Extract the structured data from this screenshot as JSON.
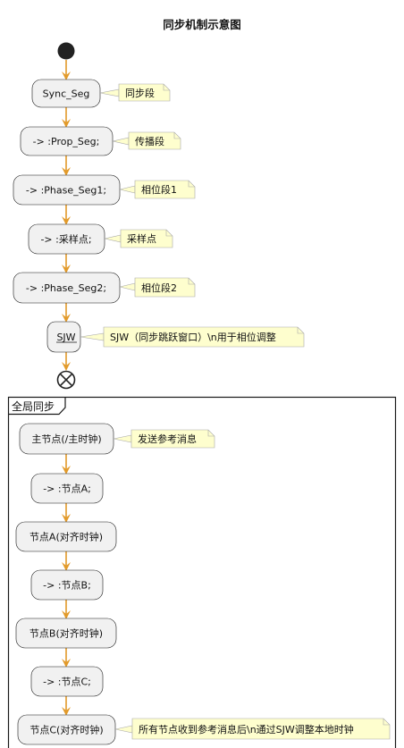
{
  "title": "同步机制示意图",
  "activities": [
    {
      "id": "a1",
      "label": "Sync_Seg"
    },
    {
      "id": "a2",
      "label": "-> :Prop_Seg;"
    },
    {
      "id": "a3",
      "label": "-> :Phase_Seg1;"
    },
    {
      "id": "a4",
      "label": "-> :采样点;"
    },
    {
      "id": "a5",
      "label": "-> :Phase_Seg2;"
    },
    {
      "id": "a6",
      "label": "SJW"
    }
  ],
  "notes": [
    {
      "id": "n1",
      "label": "同步段"
    },
    {
      "id": "n2",
      "label": "传播段"
    },
    {
      "id": "n3",
      "label": "相位段1"
    },
    {
      "id": "n4",
      "label": "采样点"
    },
    {
      "id": "n5",
      "label": "相位段2"
    },
    {
      "id": "n6",
      "label": "SJW（同步跳跃窗口）\\n用于相位调整"
    }
  ],
  "partition": {
    "label": "全局同步",
    "activities": [
      {
        "id": "p1",
        "label": "主节点(/主时钟)"
      },
      {
        "id": "p2",
        "label": "-> :节点A;"
      },
      {
        "id": "p3",
        "label": "节点A(对齐时钟)"
      },
      {
        "id": "p4",
        "label": "-> :节点B;"
      },
      {
        "id": "p5",
        "label": "节点B(对齐时钟)"
      },
      {
        "id": "p6",
        "label": "-> :节点C;"
      },
      {
        "id": "p7",
        "label": "节点C(对齐时钟)"
      }
    ],
    "notes": [
      {
        "id": "pn1",
        "label": "发送参考消息"
      },
      {
        "id": "pn7",
        "label": "所有节点收到参考消息后\\n通过SJW调整本地时钟"
      }
    ]
  },
  "colors": {
    "arrow": "#e29a2a",
    "note_fill": "#fefece",
    "activity_fill": "#f1f1f1"
  }
}
